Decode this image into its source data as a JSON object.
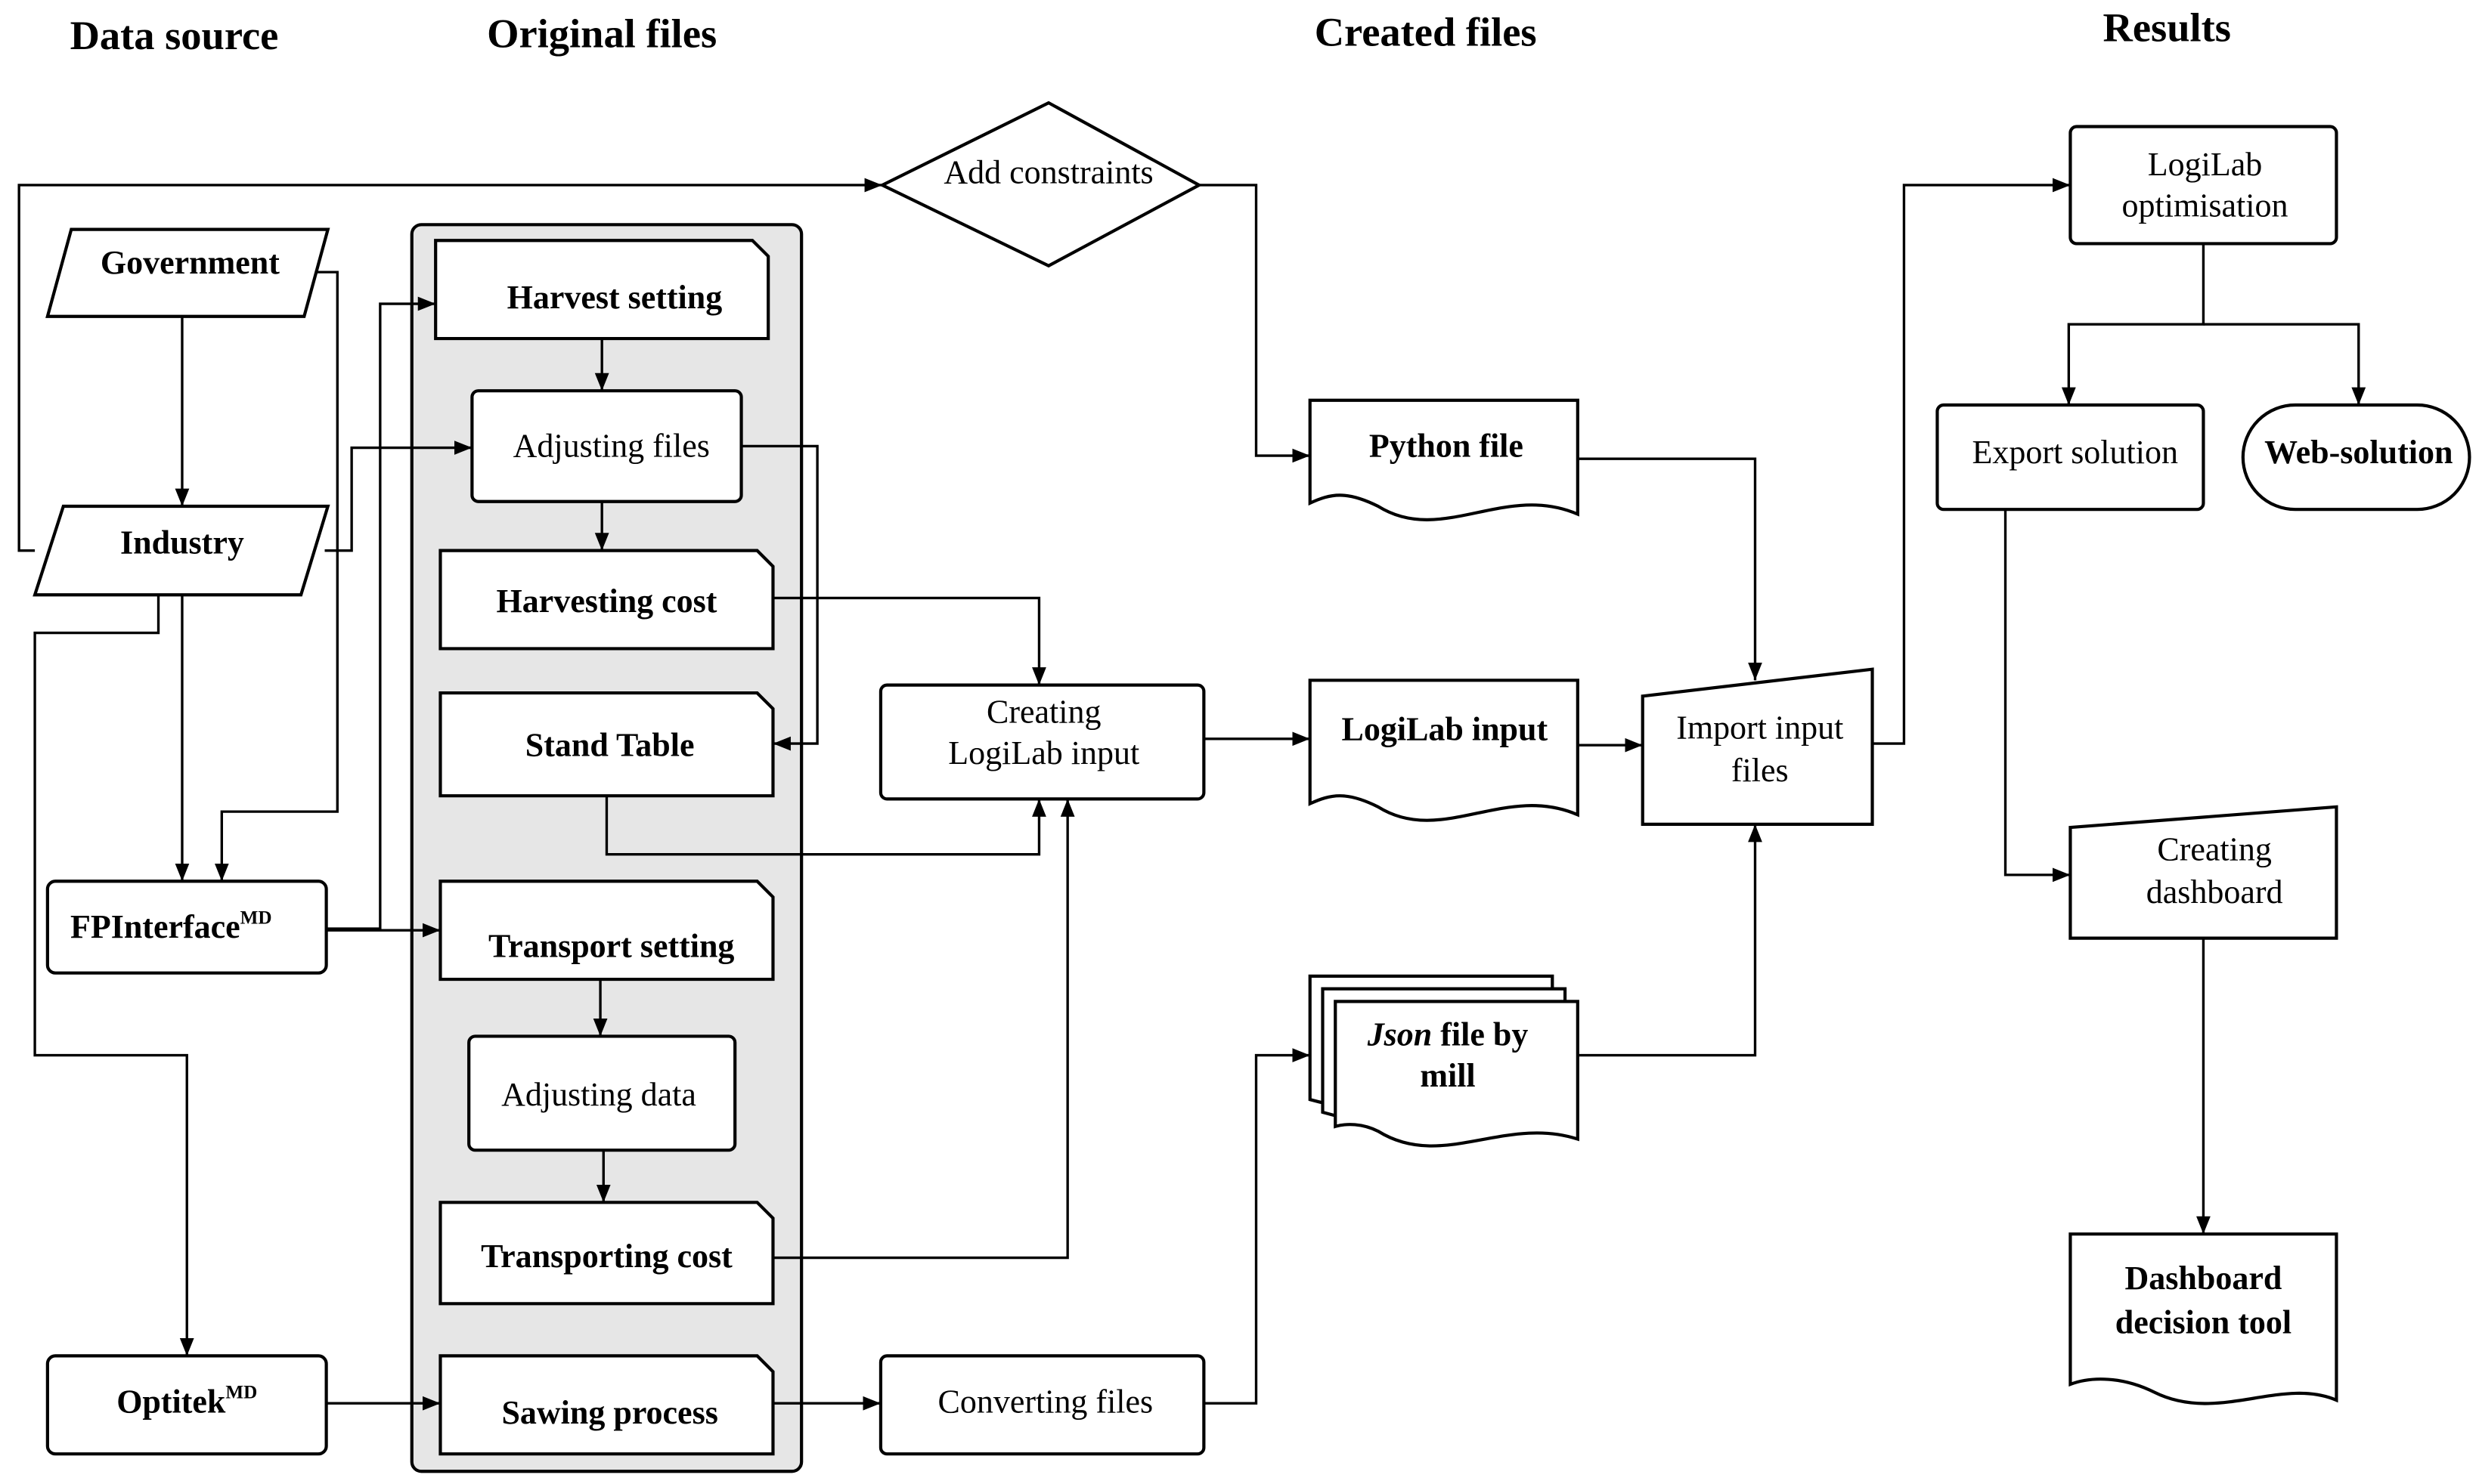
{
  "headers": {
    "data_source": "Data source",
    "original_files": "Original files",
    "created_files": "Created files",
    "results": "Results"
  },
  "data_source": {
    "government": "Government",
    "industry": "Industry",
    "fpinterface": "FPInterface",
    "fpinterface_sup": "MD",
    "optitek": "Optitek",
    "optitek_sup": "MD"
  },
  "original_files": {
    "harvest_setting": "Harvest setting",
    "adjusting_files": "Adjusting files",
    "harvesting_cost": "Harvesting cost",
    "stand_table": "Stand Table",
    "transport_setting": "Transport setting",
    "adjusting_data": "Adjusting data",
    "transporting_cost": "Transporting cost",
    "sawing_process": "Sawing process"
  },
  "process": {
    "add_constraints": "Add constraints",
    "creating_logilab_1": "Creating",
    "creating_logilab_2": "LogiLab input",
    "converting_files": "Converting files"
  },
  "created_files": {
    "python_file": "Python file",
    "logilab_input": "LogiLab input",
    "json_italic": "Json",
    "json_rest": " file by",
    "json_line2": "mill",
    "import_1": "Import input",
    "import_2": "files"
  },
  "results": {
    "logilab_opt_1": "LogiLab",
    "logilab_opt_2": "optimisation",
    "export_solution": "Export solution",
    "web_solution": "Web-solution",
    "creating_dashboard_1": "Creating",
    "creating_dashboard_2": "dashboard",
    "dashboard_tool_1": "Dashboard",
    "dashboard_tool_2": "decision tool"
  },
  "colors": {
    "panel": "#e6e6e6",
    "stroke": "#000000"
  }
}
